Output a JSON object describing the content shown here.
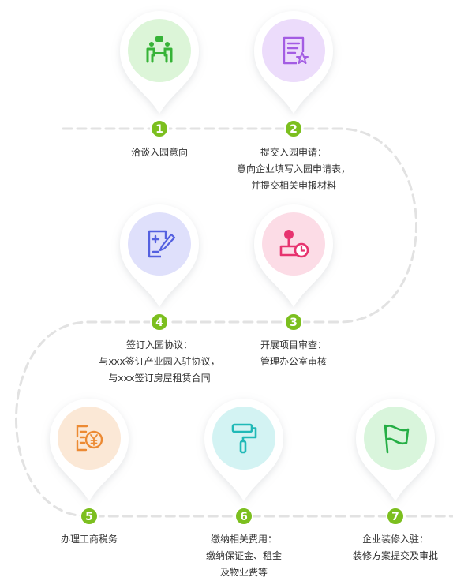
{
  "palette": {
    "dash": "#e2e2e2",
    "badge": "#7cbf1f",
    "badge_text": "#ffffff",
    "pin_fill": "#ffffff",
    "text": "#333333"
  },
  "steps": [
    {
      "number": "1",
      "lines": [
        "洽谈入园意向"
      ],
      "icon": "meeting-people-icon",
      "circle_color": "#dcf5d8",
      "icon_color": "#36b337"
    },
    {
      "number": "2",
      "lines": [
        "提交入园申请：",
        "意向企业填写入园申请表，",
        "并提交相关申报材料"
      ],
      "icon": "application-form-star-icon",
      "circle_color": "#ecdcfb",
      "icon_color": "#a35ce3"
    },
    {
      "number": "3",
      "lines": [
        "开展项目审查：",
        "管理办公室审核"
      ],
      "icon": "review-clock-icon",
      "circle_color": "#fcdce6",
      "icon_color": "#e7336f"
    },
    {
      "number": "4",
      "lines": [
        "签订入园协议：",
        "与xxx签订产业园入驻协议，",
        "与xxx签订房屋租赁合同"
      ],
      "icon": "contract-signing-icon",
      "circle_color": "#dfe0fb",
      "icon_color": "#5460e0"
    },
    {
      "number": "5",
      "lines": [
        "办理工商税务"
      ],
      "icon": "tax-document-yen-icon",
      "circle_color": "#fbe8d6",
      "icon_color": "#ec8a33"
    },
    {
      "number": "6",
      "lines": [
        "缴纳相关费用：",
        "缴纳保证金、租金",
        "及物业费等"
      ],
      "icon": "paint-roller-icon",
      "circle_color": "#d3f3f3",
      "icon_color": "#20b9b7"
    },
    {
      "number": "7",
      "lines": [
        "企业装修入驻：",
        "装修方案提交及审批"
      ],
      "icon": "flag-icon",
      "circle_color": "#d9f5dc",
      "icon_color": "#25ae45"
    }
  ]
}
